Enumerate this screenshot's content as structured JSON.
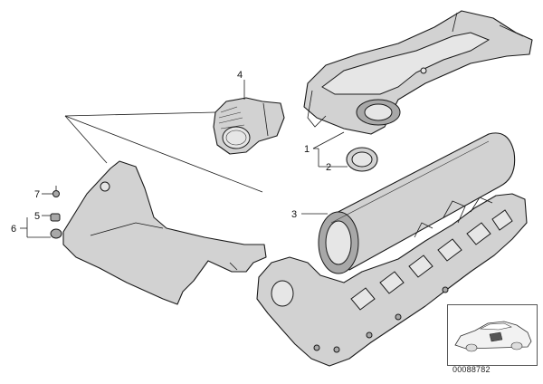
{
  "callouts": {
    "c1": "1",
    "c2": "2",
    "c3": "3",
    "c4": "4",
    "c5": "5",
    "c6": "6",
    "c7": "7"
  },
  "diagram_id": "00088782",
  "colors": {
    "line": "#1a1a1a",
    "part_fill": "#d2d2d2",
    "background": "#ffffff"
  }
}
